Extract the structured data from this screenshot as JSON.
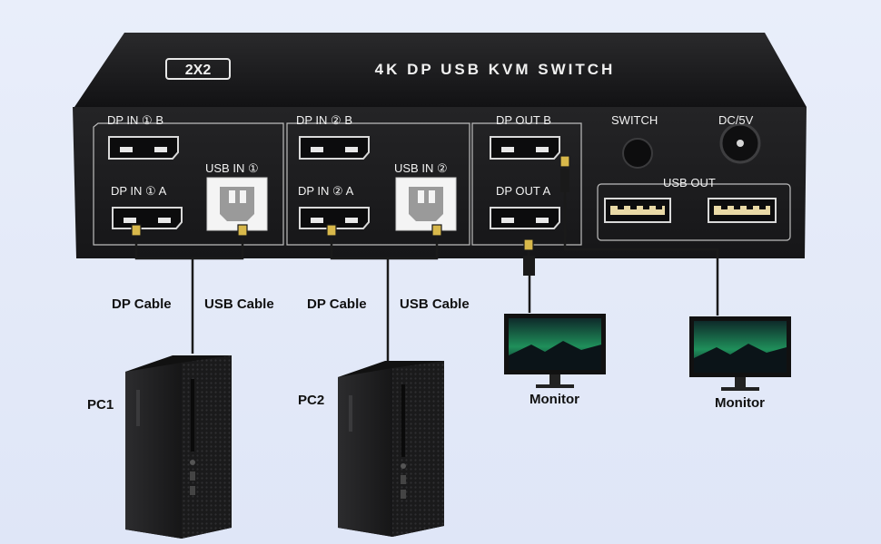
{
  "device": {
    "title": "4K DP USB KVM SWITCH",
    "model_badge": "2X2",
    "ports": {
      "dp_in_1b": "DP IN ① B",
      "dp_in_1a": "DP IN ① A",
      "usb_in_1": "USB IN ①",
      "dp_in_2b": "DP IN ② B",
      "dp_in_2a": "DP IN ② A",
      "usb_in_2": "USB IN ②",
      "dp_out_b": "DP OUT B",
      "dp_out_a": "DP OUT A",
      "switch": "SWITCH",
      "dc": "DC/5V",
      "usb_out": "USB OUT"
    }
  },
  "labels": {
    "pc1_dp_cable": "DP Cable",
    "pc1_usb_cable": "USB Cable",
    "pc2_dp_cable": "DP Cable",
    "pc2_usb_cable": "USB Cable",
    "pc1": "PC1",
    "pc2": "PC2",
    "monitor1": "Monitor",
    "monitor2": "Monitor"
  },
  "colors": {
    "device_body": "#1b1b1d",
    "port_outline": "#d9d9d9",
    "connector_gold": "#d8b84a",
    "screen_aurora": "#3fd07a",
    "background": "#e5ebf8"
  }
}
